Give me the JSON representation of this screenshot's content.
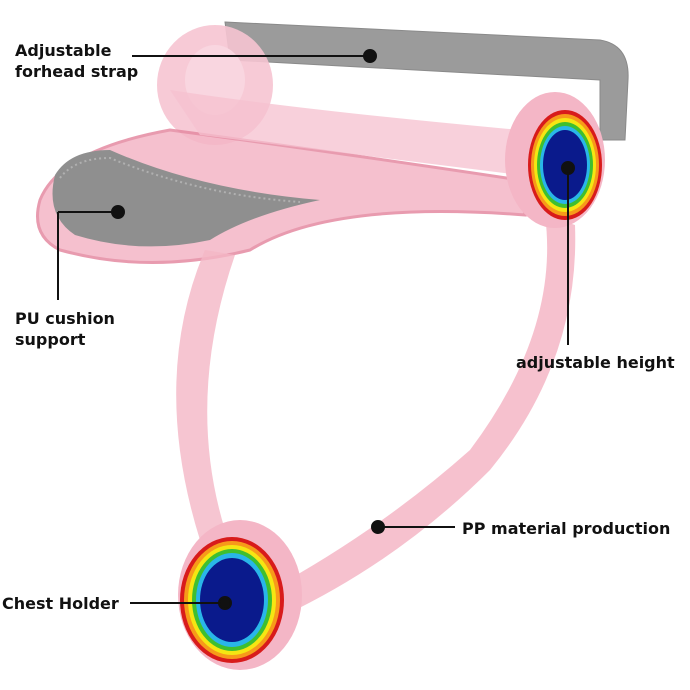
{
  "labels": {
    "strap_line1": "Adjustable",
    "strap_line2": "forhead strap",
    "cushion_line1": "PU cushion",
    "cushion_line2": "support",
    "height": "adjustable height",
    "material": "PP material production",
    "chest": "Chest Holder"
  },
  "colors": {
    "frame": "#f4b6c6",
    "strap": "#9a9a9a",
    "center": "#0a1a8c"
  }
}
